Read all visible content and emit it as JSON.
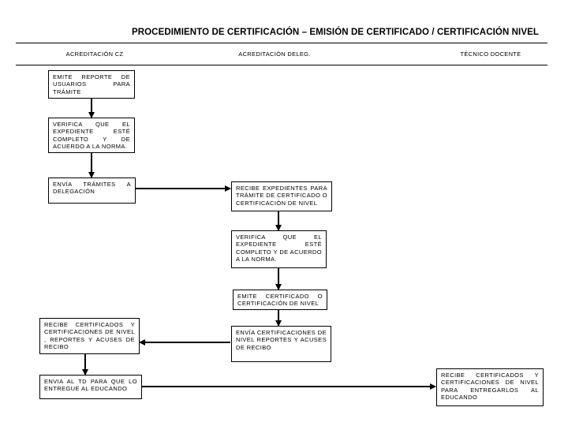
{
  "title": "PROCEDIMIENTO DE CERTIFICACIÓN – EMISIÓN DE CERTIFICADO / CERTIFICACIÓN NIVEL",
  "lanes": [
    "ACREDITACIÓN CZ",
    "ACREDITACIÓN DELEG.",
    "TÉCNICO DOCENTE"
  ],
  "steps": [
    "EMITE REPORTE DE USUARIOS PARA TRÁMITE",
    "VERIFICA QUE EL EXPEDIENTE ESTÉ COMPLETO Y DE ACUERDO A LA NORMA.",
    "ENVÍA TRÁMITES A DELEGACIÓN",
    "RECIBE EXPEDIENTES PARA TRÁMITE DE CERTIFICADO O CERTIFICACIÓN DE NIVEL",
    "VERIFICA QUE EL EXPEDIENTE ESTÉ COMPLETO Y DE ACUERDO A LA NORMA.",
    "EMITE CERTIFICADO O CERTIFICACIÓN DE NIVEL",
    "RECIBE CERTIFICADOS Y CERTIFICACIONES DE NIVEL , REPORTES Y ACUSES DE RECIBO",
    "ENVÍA CERTIFICACIONES DE NIVEL REPORTES Y ACUSES DE RECIBO",
    "ENVIA AL TD PARA QUE LO ENTREGUE AL EDUCANDO",
    "RECIBE CERTIFICADOS Y CERTIFICACIONES DE NIVEL PARA ENTREGARLOS AL EDUCANDO"
  ]
}
